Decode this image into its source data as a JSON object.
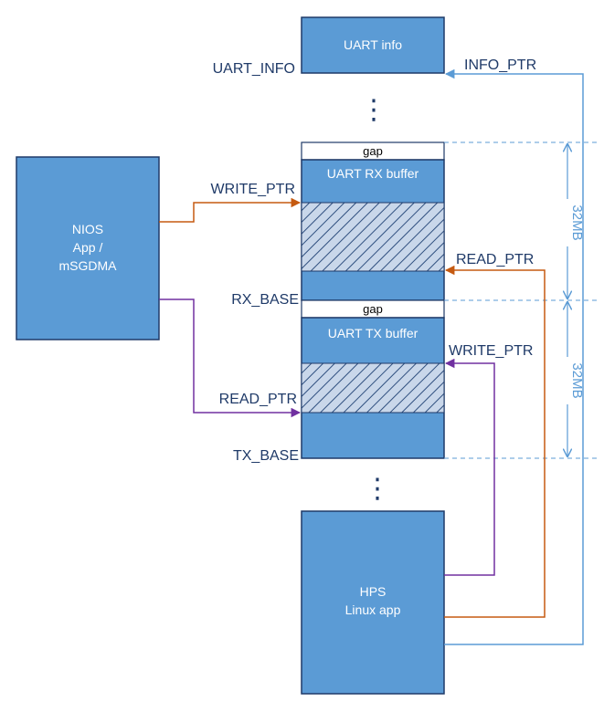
{
  "blocks": {
    "uart_info": "UART info",
    "gap_rx": "gap",
    "rx_buffer": "UART RX buffer",
    "gap_tx": "gap",
    "tx_buffer": "UART TX buffer",
    "nios": [
      "NIOS",
      "App /",
      "mSGDMA"
    ],
    "hps": [
      "HPS",
      "Linux app"
    ]
  },
  "labels": {
    "uart_info": "UART_INFO",
    "info_ptr": "INFO_PTR",
    "nios_write_ptr": "WRITE_PTR",
    "rx_read_ptr": "READ_PTR",
    "rx_base": "RX_BASE",
    "nios_read_ptr": "READ_PTR",
    "tx_write_ptr": "WRITE_PTR",
    "tx_base": "TX_BASE"
  },
  "dimensions": {
    "rx_size": "32MB",
    "tx_size": "32MB"
  },
  "ellipsis": "⋮",
  "colors": {
    "block_fill": "#5b9bd5",
    "block_stroke": "#1f3a68",
    "orange_arrow": "#c55a11",
    "purple_arrow": "#7030a0",
    "blue_arrow": "#5b9bd5",
    "label_text": "#1f3a68"
  }
}
